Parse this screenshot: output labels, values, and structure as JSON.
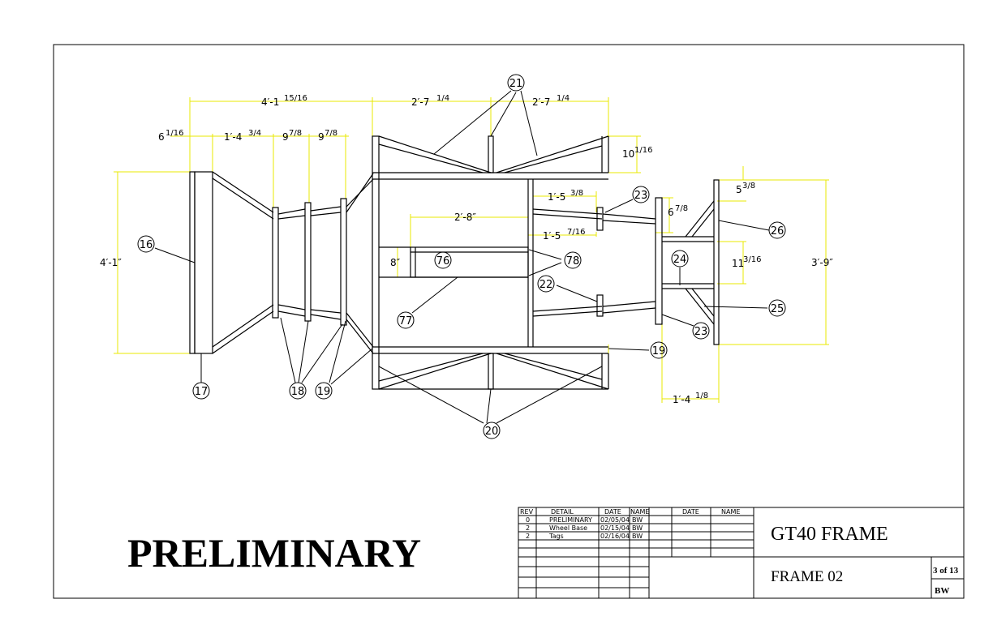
{
  "drawing": {
    "preliminary_stamp": "PRELIMINARY",
    "dimensions": [
      {
        "id": "d1",
        "text": "4′-1"
      },
      {
        "id": "d1f",
        "text": "15/16"
      },
      {
        "id": "d2",
        "text": "2′-7"
      },
      {
        "id": "d2f",
        "text": "1/4"
      },
      {
        "id": "d3",
        "text": "2′-7"
      },
      {
        "id": "d3f",
        "text": "1/4"
      },
      {
        "id": "d4",
        "text": "6"
      },
      {
        "id": "d4f",
        "text": "1/16"
      },
      {
        "id": "d5",
        "text": "1′-4"
      },
      {
        "id": "d5f",
        "text": "3/4"
      },
      {
        "id": "d6",
        "text": "9"
      },
      {
        "id": "d6f",
        "text": "7/8"
      },
      {
        "id": "d7",
        "text": "9"
      },
      {
        "id": "d7f",
        "text": "7/8"
      },
      {
        "id": "d8",
        "text": "10"
      },
      {
        "id": "d8f",
        "text": "1/16"
      },
      {
        "id": "d9",
        "text": "4′-1″"
      },
      {
        "id": "d10",
        "text": "1′-5"
      },
      {
        "id": "d10f",
        "text": "3/8"
      },
      {
        "id": "d11",
        "text": "2′-8″"
      },
      {
        "id": "d12",
        "text": "1′-5"
      },
      {
        "id": "d12f",
        "text": "7/16"
      },
      {
        "id": "d13",
        "text": "6"
      },
      {
        "id": "d13f",
        "text": "7/8"
      },
      {
        "id": "d14",
        "text": "5"
      },
      {
        "id": "d14f",
        "text": "3/8"
      },
      {
        "id": "d15",
        "text": "8″"
      },
      {
        "id": "d16",
        "text": "11"
      },
      {
        "id": "d16f",
        "text": "3/16"
      },
      {
        "id": "d17",
        "text": "3′-9″"
      },
      {
        "id": "d18",
        "text": "1′-4"
      },
      {
        "id": "d18f",
        "text": "1/8"
      }
    ],
    "tags": [
      "21",
      "23",
      "26",
      "16",
      "76",
      "78",
      "24",
      "22",
      "77",
      "25",
      "23",
      "19",
      "17",
      "18",
      "19",
      "20"
    ]
  },
  "title_block": {
    "rev_headers": [
      "REV",
      "DETAIL",
      "DATE",
      "NAME",
      "DATE",
      "NAME"
    ],
    "rev_rows": [
      {
        "rev": "0",
        "detail": "PRELIMINARY",
        "date": "02/05/04",
        "name": "BW"
      },
      {
        "rev": "2",
        "detail": "Wheel Base",
        "date": "02/15/04",
        "name": "BW"
      },
      {
        "rev": "2",
        "detail": "Tags",
        "date": "02/16/04",
        "name": "BW"
      }
    ],
    "title": "GT40 FRAME",
    "drawing_number": "FRAME 02",
    "sheet": "3 of 13",
    "drawn_by": "BW"
  }
}
